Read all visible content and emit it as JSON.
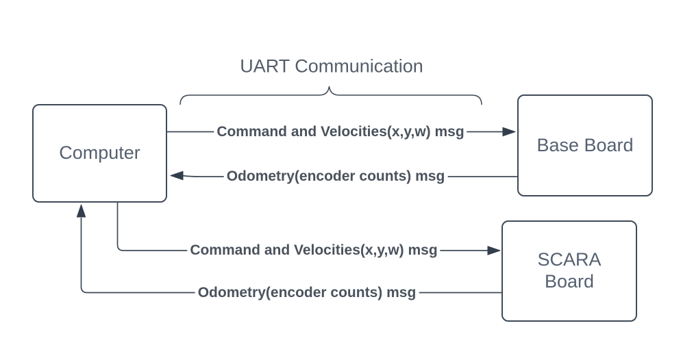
{
  "diagram": {
    "title": "UART Communication",
    "nodes": {
      "computer": {
        "label": "Computer"
      },
      "base_board": {
        "label": "Base Board"
      },
      "scara_board": {
        "label": "SCARA\nBoard"
      }
    },
    "edges": {
      "computer_to_base": {
        "label": "Command and Velocities(x,y,w) msg",
        "from": "Computer",
        "to": "Base Board"
      },
      "base_to_computer": {
        "label": "Odometry(encoder counts) msg",
        "from": "Base Board",
        "to": "Computer"
      },
      "computer_to_scara": {
        "label": "Command and Velocities(x,y,w) msg",
        "from": "Computer",
        "to": "SCARA Board"
      },
      "scara_to_computer": {
        "label": "Odometry(encoder counts) msg",
        "from": "SCARA Board",
        "to": "Computer"
      }
    },
    "colors": {
      "stroke": "#3f4a57",
      "arrowhead": "#333e4d",
      "node_text": "#556070",
      "edge_label_text": "#4a525c",
      "title_text": "#545d68",
      "background": "#ffffff"
    }
  }
}
